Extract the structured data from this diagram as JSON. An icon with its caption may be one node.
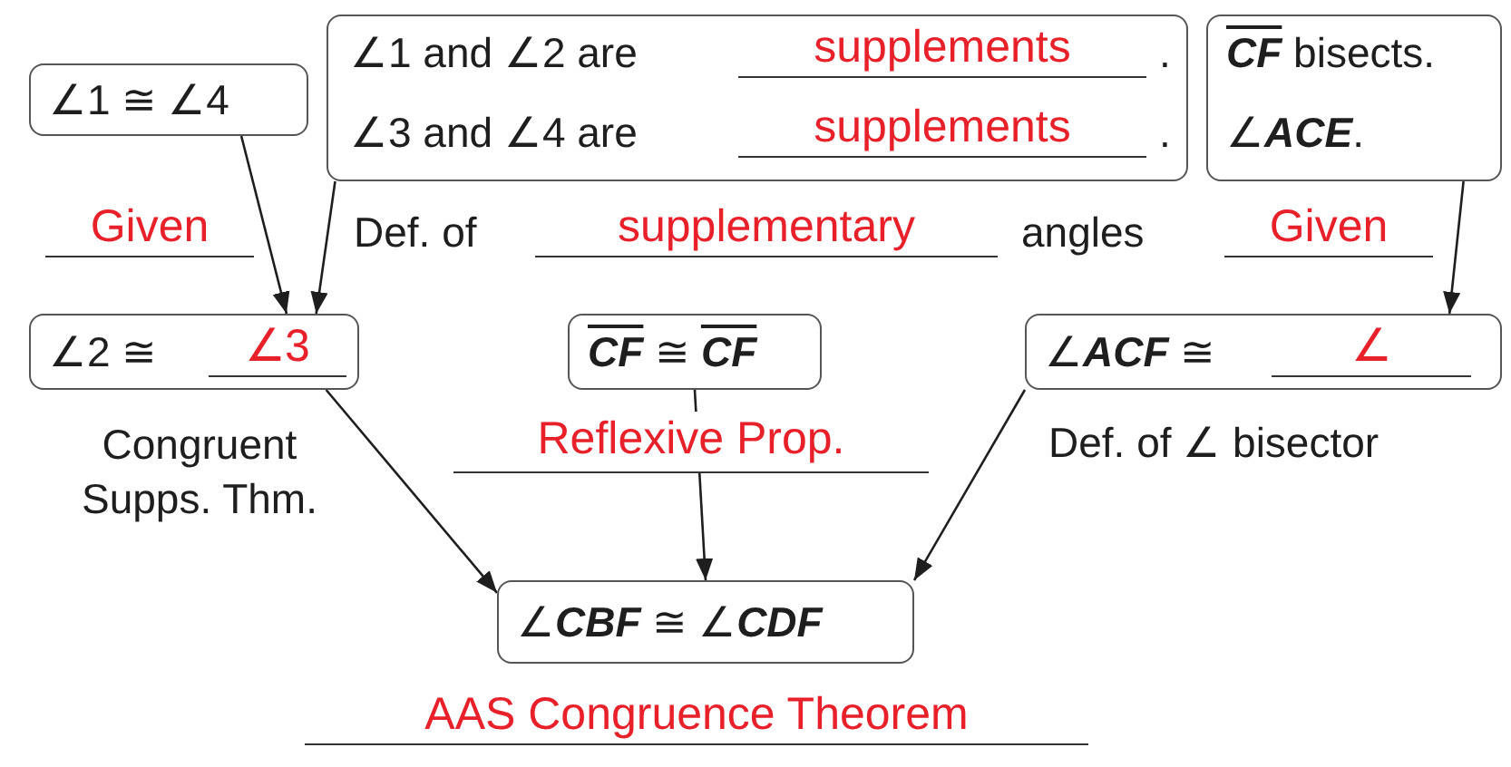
{
  "diagram": {
    "nodes": [
      {
        "text": [
          "∠1 ≅ ∠4"
        ],
        "beside": [
          "Given"
        ]
      },
      {
        "text": [
          "∠1 and ∠2 are",
          "supplements",
          ".",
          "∠3 and ∠4 are",
          "supplements",
          "."
        ],
        "beside": [
          "Def. of",
          "supplementary",
          "angles"
        ]
      },
      {
        "text": [
          "*CF* bisects.",
          "∠*ACE*."
        ],
        "beside": [
          "Given"
        ]
      },
      {
        "text": [
          "∠2 ≅",
          "∠3"
        ],
        "beside": [
          "Congruent Supps. Thm."
        ]
      },
      {
        "text": [
          "*CF* ≅ *CF*"
        ],
        "beside": [
          "Reflexive Prop."
        ]
      },
      {
        "text": [
          "∠*ACF* ≅",
          "∠"
        ],
        "beside": [
          "Def. of ∠ bisector"
        ]
      },
      {
        "text": [
          "∠*CBF* ≅ ∠*CDF*"
        ],
        "beside": [
          "AAS Congruence Theorem"
        ]
      }
    ],
    "edges": [
      {
        "from": 0,
        "to": 3,
        "arrow": "to"
      },
      {
        "from": 1,
        "to": 3,
        "arrow": "to"
      },
      {
        "from": 2,
        "to": 5,
        "arrow": "to"
      },
      {
        "from": 3,
        "to": 6,
        "arrow": "to"
      },
      {
        "from": 4,
        "to": 6,
        "arrow": "to"
      },
      {
        "from": 5,
        "to": 6,
        "arrow": "to"
      }
    ]
  }
}
